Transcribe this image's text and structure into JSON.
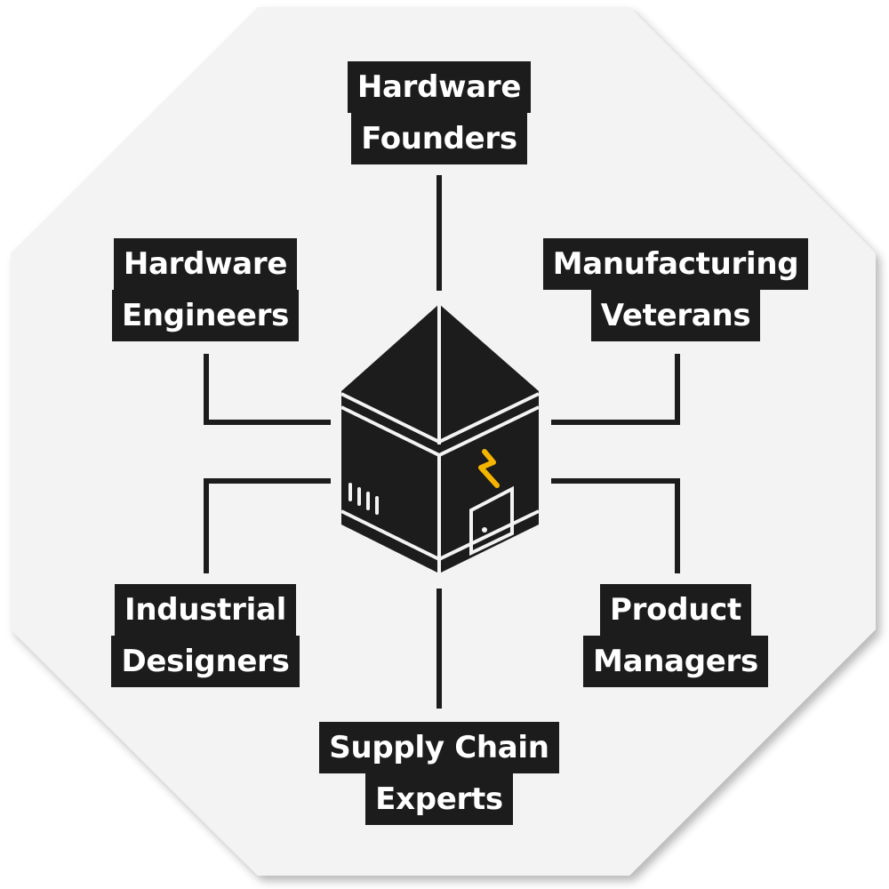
{
  "hub": {
    "accent_color": "#f5b400",
    "icon": "factory-building-icon"
  },
  "roles": [
    {
      "id": "hardware-founders",
      "lines": [
        "Hardware",
        "Founders"
      ]
    },
    {
      "id": "hardware-engineers",
      "lines": [
        "Hardware",
        "Engineers"
      ]
    },
    {
      "id": "manufacturing-veterans",
      "lines": [
        "Manufacturing",
        "Veterans"
      ]
    },
    {
      "id": "industrial-designers",
      "lines": [
        "Industrial",
        "Designers"
      ]
    },
    {
      "id": "product-managers",
      "lines": [
        "Product",
        "Managers"
      ]
    },
    {
      "id": "supply-chain-experts",
      "lines": [
        "Supply Chain",
        "Experts"
      ]
    }
  ]
}
